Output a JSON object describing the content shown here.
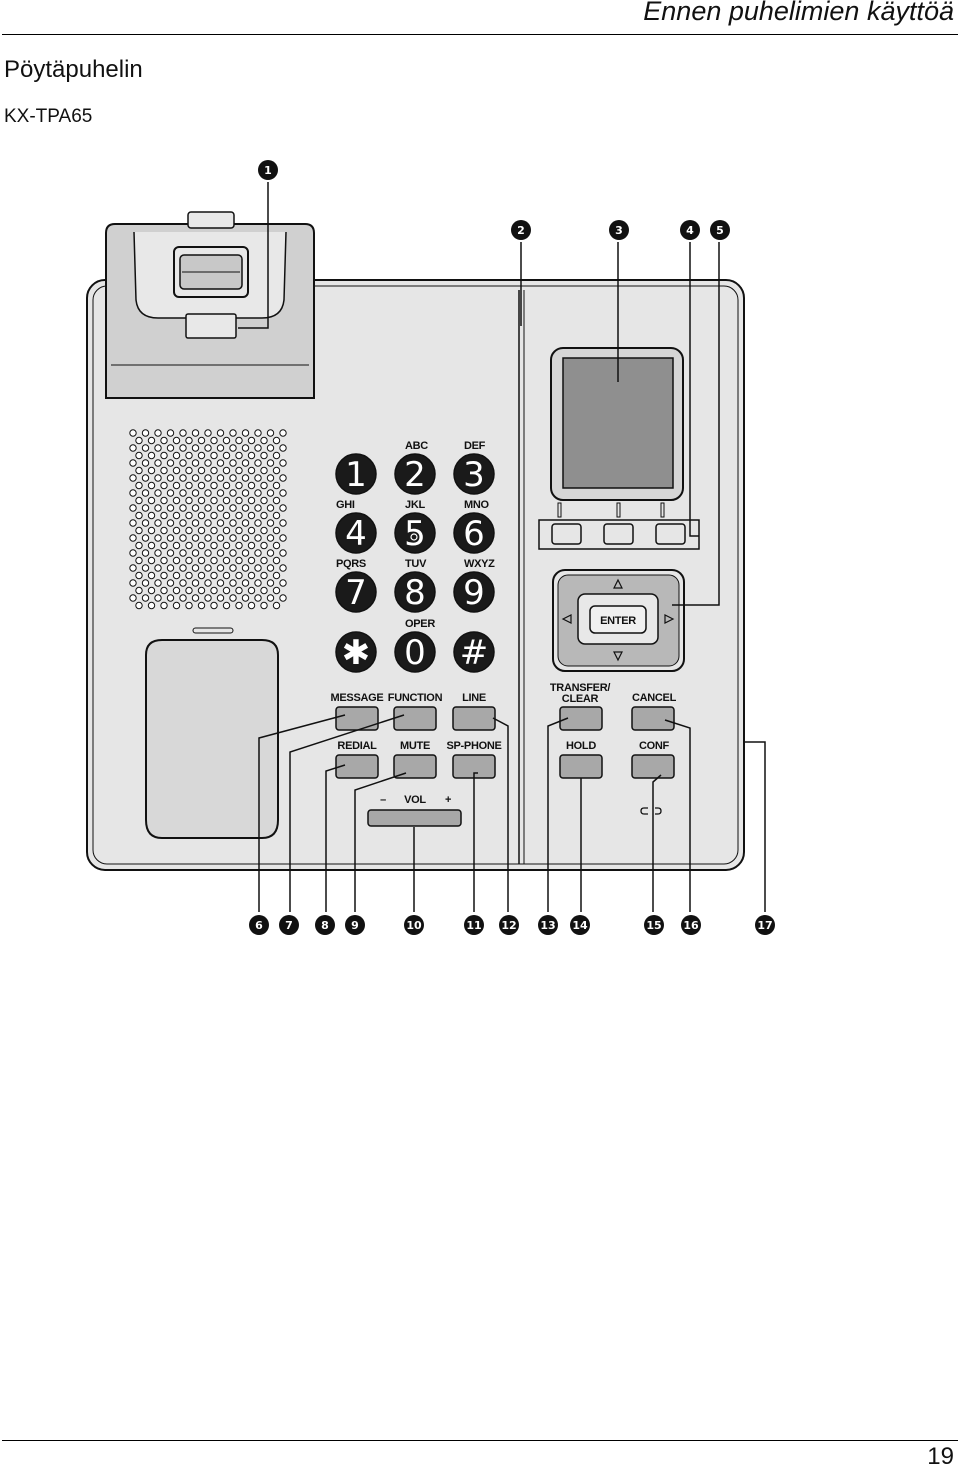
{
  "header": {
    "title": "Ennen puhelimien käyttöä"
  },
  "section": {
    "title": "Pöytäpuhelin",
    "model": "KX-TPA65"
  },
  "page_number": "19",
  "keypad": [
    {
      "digit": "1",
      "letters": ""
    },
    {
      "digit": "2",
      "letters": "ABC"
    },
    {
      "digit": "3",
      "letters": "DEF"
    },
    {
      "digit": "4",
      "letters": "GHI"
    },
    {
      "digit": "5",
      "letters": "JKL"
    },
    {
      "digit": "6",
      "letters": "MNO"
    },
    {
      "digit": "7",
      "letters": "PQRS"
    },
    {
      "digit": "8",
      "letters": "TUV"
    },
    {
      "digit": "9",
      "letters": "WXYZ"
    },
    {
      "digit": "✱",
      "letters": ""
    },
    {
      "digit": "0",
      "letters": "OPER"
    },
    {
      "digit": "#",
      "letters": ""
    }
  ],
  "nav": {
    "enter": "ENTER"
  },
  "buttons": {
    "message": "MESSAGE",
    "function": "FUNCTION",
    "line": "LINE",
    "transfer_line1": "TRANSFER/",
    "transfer_line2": "CLEAR",
    "cancel": "CANCEL",
    "redial": "REDIAL",
    "mute": "MUTE",
    "sp_phone": "SP-PHONE",
    "hold": "HOLD",
    "conf": "CONF",
    "vol": "VOL",
    "vol_minus": "–",
    "vol_plus": "+"
  },
  "callouts": {
    "c1": "1",
    "c2": "2",
    "c3": "3",
    "c4": "4",
    "c5": "5",
    "c6": "6",
    "c7": "7",
    "c8": "8",
    "c9": "9",
    "c10": "10",
    "c11": "11",
    "c12": "12",
    "c13": "13",
    "c14": "14",
    "c15": "15",
    "c16": "16",
    "c17": "17"
  },
  "colors": {
    "body": "#e6e6e6",
    "key": "#a8a8a8",
    "dark": "#1a1a1a",
    "display": "#8f8f8f"
  }
}
